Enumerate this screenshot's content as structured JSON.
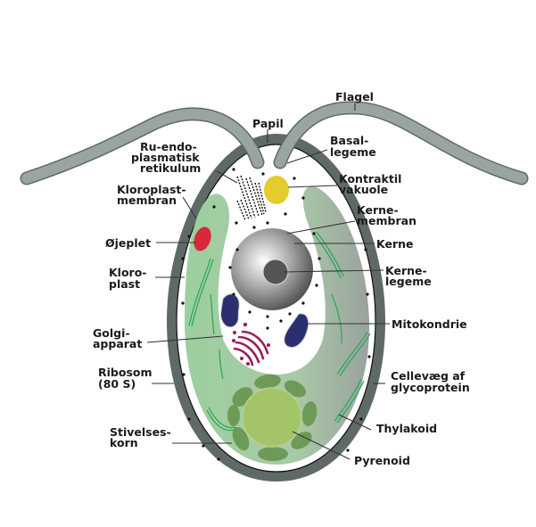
{
  "title": "Euglena cell diagram",
  "colors": {
    "cell_wall": "#5f6a66",
    "flagellum": "#9aa5a2",
    "chloroplast": "#9ccf9f",
    "chloroplast_dark": "#aab3ae",
    "eyespot": "#d9283a",
    "contractile_vacuole": "#e2cc2e",
    "nucleus": "#8a8a8a",
    "mitochondria": "#2a2f6e",
    "golgi": "#9b1f5a",
    "starch": "#6e9a57",
    "pyrenoid": "#a4c46a",
    "thylakoid": "#2ea85a"
  },
  "labels": {
    "flagel": "Flagel",
    "papil": "Papil",
    "basal_1": "Basal-",
    "basal_2": "legeme",
    "rer_1": "Ru-endo-",
    "rer_2": "plasmatisk",
    "rer_3": "retikulum",
    "kontraktil_1": "Kontraktil",
    "kontraktil_2": "vakuole",
    "klormem_1": "Kloroplast-",
    "klormem_2": "membran",
    "kernemem_1": "Kerne-",
    "kernemem_2": "membran",
    "ojeplet": "Øjeplet",
    "kerne": "Kerne",
    "kloroplast_1": "Kloro-",
    "kloroplast_2": "plast",
    "kernelegeme_1": "Kerne-",
    "kernelegeme_2": "legeme",
    "golgi_1": "Golgi-",
    "golgi_2": "apparat",
    "mitokondrie": "Mitokondrie",
    "ribosom_1": "Ribosom",
    "ribosom_2": "(80 S)",
    "cellevaeg_1": "Cellevæg af",
    "cellevaeg_2": "glycoprotein",
    "thylakoid": "Thylakoid",
    "stivelse_1": "Stivelses-",
    "stivelse_2": "korn",
    "pyrenoid": "Pyrenoid"
  }
}
